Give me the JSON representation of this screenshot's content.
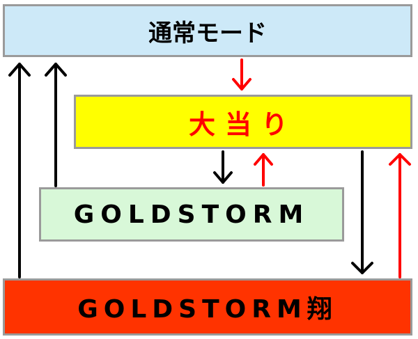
{
  "boxes": {
    "normal": "通常モード",
    "jackpot": "大当り",
    "gold": "GOLDSTORM",
    "goldsho": "GOLDSTORM翔"
  },
  "colors": {
    "normal_fill": "#cde9f8",
    "jackpot_fill": "#ffff00",
    "jackpot_text": "#ff0000",
    "gold_fill": "#d8f8d8",
    "goldsho_fill": "#ff3300",
    "black_arrow": "#000000",
    "red_arrow": "#ff0000"
  }
}
